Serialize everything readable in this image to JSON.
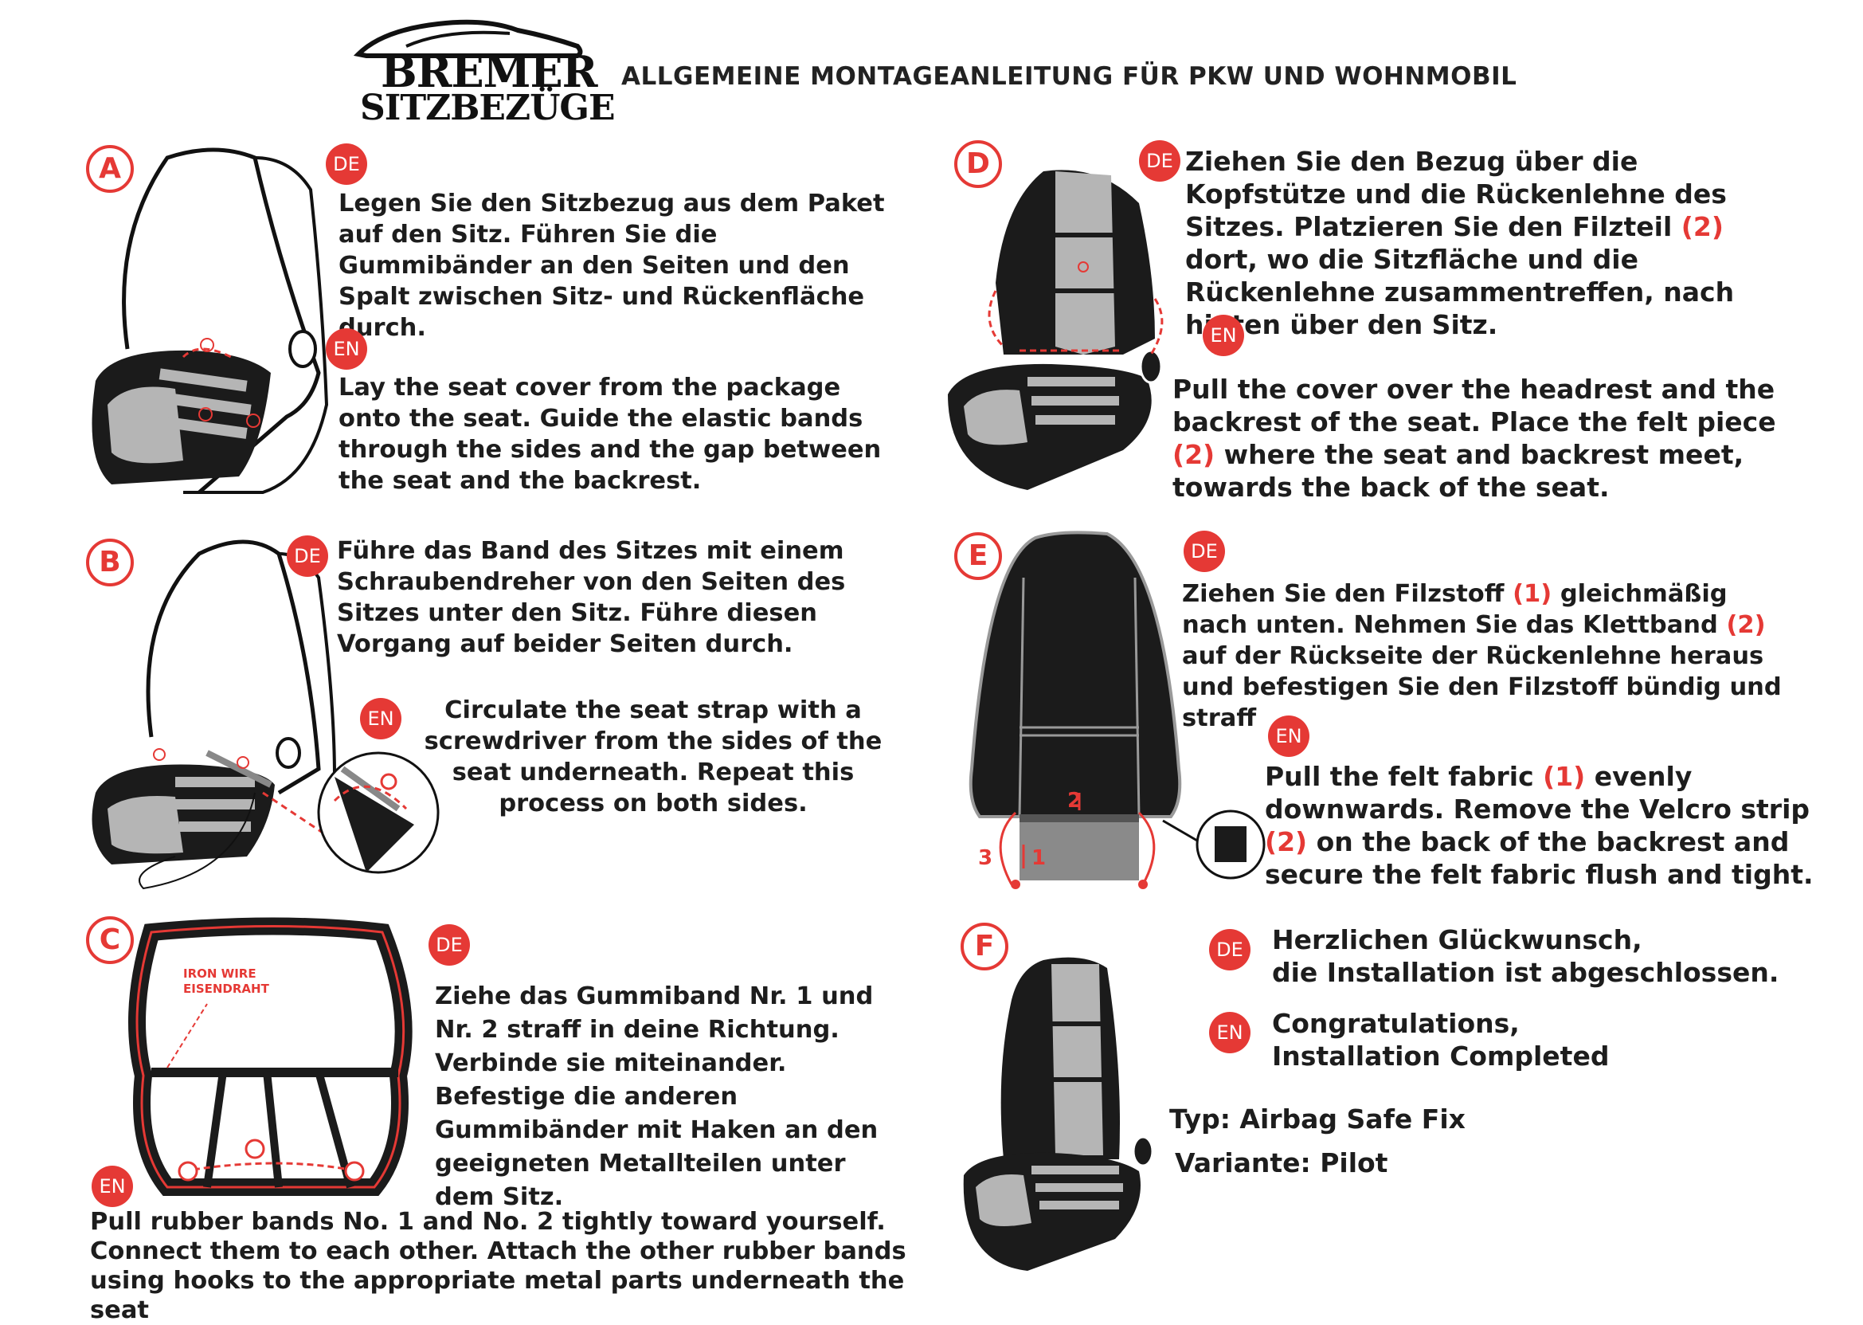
{
  "header": {
    "brand_line1": "BREMER",
    "brand_line2": "SITZBEZÜGE",
    "title": "ALLGEMEINE MONTAGEANLEITUNG FÜR PKW UND WOHNMOBIL"
  },
  "lang_labels": {
    "de": "DE",
    "en": "EN"
  },
  "steps": {
    "A": {
      "letter": "A",
      "de": "Legen Sie den Sitzbezug aus dem Paket auf den Sitz. Führen Sie die Gummibänder an den Seiten und den Spalt zwischen Sitz- und Rückenfläche durch.",
      "en": "Lay the seat cover from the package onto the seat. Guide the elastic bands through the sides and the gap between the seat and the backrest."
    },
    "B": {
      "letter": "B",
      "de": "Führe das Band des Sitzes mit einem Schraubendreher von den Seiten des Sitzes unter den Sitz. Führe diesen Vorgang auf beider Seiten durch.",
      "en": "Circulate the seat strap with a screwdriver from the sides of the seat underneath. Repeat this process on both sides."
    },
    "C": {
      "letter": "C",
      "de": "Ziehe das Gummiband Nr. 1 und Nr. 2 straff in deine Richtung. Verbinde sie miteinander. Befestige die anderen Gummibänder mit Haken an den geeigneten Metallteilen unter dem Sitz.",
      "en": "Pull rubber bands No. 1 and No. 2 tightly toward yourself. Connect them to each other. Attach the other rubber bands using hooks to the appropriate metal parts underneath the seat",
      "wire_label_en": "IRON WIRE",
      "wire_label_de": "EISENDRAHT"
    },
    "D": {
      "letter": "D",
      "de_1": "Ziehen Sie den Bezug über die Kopfstütze und die Rückenlehne des Sitzes. Platzieren Sie den Filzteil",
      "de_num": "(2)",
      "de_2": "dort, wo die Sitzfläche und die Rückenlehne zusammentreffen, nach hinten über den Sitz.",
      "en_1": "Pull the cover over the headrest and the backrest of the seat. Place the felt piece",
      "en_num": "(2)",
      "en_2": "where the seat and backrest meet, towards the back of the seat."
    },
    "E": {
      "letter": "E",
      "de_1": "Ziehen Sie den Filzstoff",
      "de_num1": "(1)",
      "de_2": "gleichmäßig nach unten. Nehmen Sie das Klettband",
      "de_num2": "(2)",
      "de_3": "auf der Rückseite der Rückenlehne heraus und befestigen Sie den Filzstoff bündig und straff",
      "en_1": "Pull the felt fabric",
      "en_num1": "(1)",
      "en_2": "evenly downwards. Remove the Velcro strip",
      "en_num2": "(2)",
      "en_3": "on the back of the backrest and secure the felt fabric flush and tight."
    },
    "F": {
      "letter": "F",
      "de_l1": "Herzlichen Glückwunsch,",
      "de_l2": "die Installation ist abgeschlossen.",
      "en_l1": "Congratulations,",
      "en_l2": "Installation Completed",
      "type": "Typ: Airbag Safe Fix",
      "variant": "Variante: Pilot"
    }
  },
  "colors": {
    "accent": "#e53935",
    "seat_dark": "#1b1b1b",
    "seat_grey": "#b5b5b5"
  }
}
